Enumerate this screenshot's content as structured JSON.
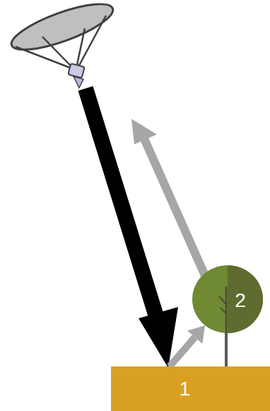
{
  "diagram": {
    "nodes": [
      {
        "text": [
          "1"
        ]
      },
      {
        "text": [
          "2"
        ]
      }
    ],
    "edges": [
      {
        "from": 0,
        "to": 1,
        "arrow": "to"
      }
    ]
  }
}
